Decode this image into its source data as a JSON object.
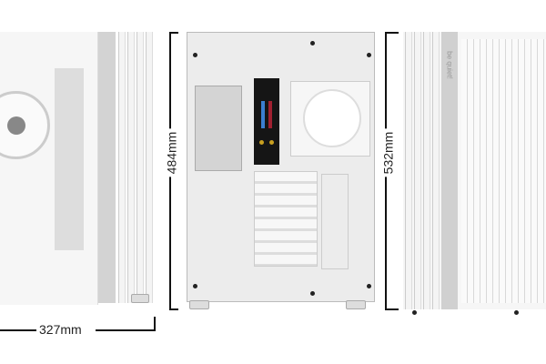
{
  "dimensions": {
    "depth": "327mm",
    "height_without_feet": "484mm",
    "height_total": "532mm"
  },
  "brand_logo": "be quiet!",
  "colors": {
    "case": "#f2f2f2",
    "accent_strip": "#d0d0d0",
    "dimension_line": "#111111"
  }
}
